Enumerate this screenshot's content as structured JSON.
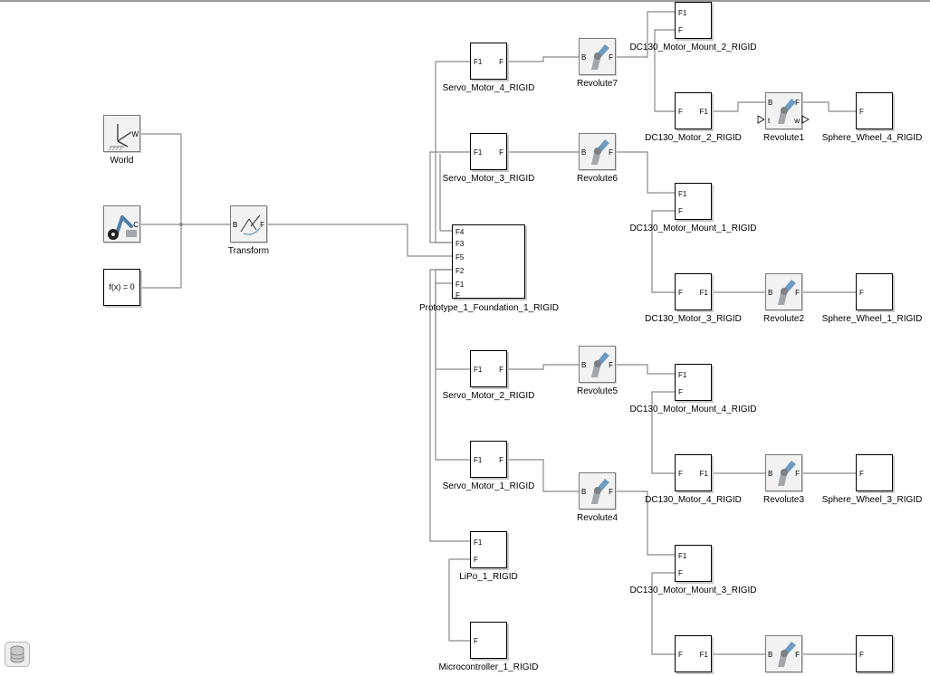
{
  "colors": {
    "wire": "#8a8a8a",
    "joint_blue": "#6f9bc2",
    "joint_grey": "#a3a7ab"
  },
  "blocks": {
    "world": {
      "name": "World",
      "port_w": "W"
    },
    "solver": {
      "name": "",
      "port_c": "C"
    },
    "fx": {
      "text": "f(x) = 0"
    },
    "transform": {
      "name": "Transform",
      "port_b": "B",
      "port_f": "F"
    },
    "foundation": {
      "name": "Prototype_1_Foundation_1_RIGID",
      "ports": [
        "F4",
        "F3",
        "F5",
        "F2",
        "F1",
        "F"
      ]
    },
    "servo4": {
      "name": "Servo_Motor_4_RIGID",
      "p1": "F1",
      "p2": "F"
    },
    "servo3": {
      "name": "Servo_Motor_3_RIGID",
      "p1": "F1",
      "p2": "F"
    },
    "servo2": {
      "name": "Servo_Motor_2_RIGID",
      "p1": "F1",
      "p2": "F"
    },
    "servo1": {
      "name": "Servo_Motor_1_RIGID",
      "p1": "F1",
      "p2": "F"
    },
    "lipo": {
      "name": "LiPo_1_RIGID",
      "p1": "F1",
      "p2": "F"
    },
    "micro": {
      "name": "Microcontroller_1_RIGID",
      "p1": "F"
    },
    "rev7": {
      "name": "Revolute7",
      "b": "B",
      "f": "F"
    },
    "rev6": {
      "name": "Revolute6",
      "b": "B",
      "f": "F"
    },
    "rev5": {
      "name": "Revolute5",
      "b": "B",
      "f": "F"
    },
    "rev4": {
      "name": "Revolute4",
      "b": "B",
      "f": "F"
    },
    "rev1": {
      "name": "Revolute1",
      "b": "B",
      "f": "F",
      "t": "t",
      "w": "w"
    },
    "rev2": {
      "name": "Revolute2",
      "b": "B",
      "f": "F"
    },
    "rev3": {
      "name": "Revolute3",
      "b": "B",
      "f": "F"
    },
    "rev8": {
      "name": "",
      "b": "B",
      "f": "F"
    },
    "mount2": {
      "name": "DC130_Motor_Mount_2_RIGID",
      "p1": "F1",
      "p2": "F"
    },
    "mount1": {
      "name": "DC130_Motor_Mount_1_RIGID",
      "p1": "F1",
      "p2": "F"
    },
    "mount4": {
      "name": "DC130_Motor_Mount_4_RIGID",
      "p1": "F1",
      "p2": "F"
    },
    "mount3": {
      "name": "DC130_Motor_Mount_3_RIGID",
      "p1": "F1",
      "p2": "F"
    },
    "motor2": {
      "name": "DC130_Motor_2_RIGID",
      "p1": "F",
      "p2": "F1"
    },
    "motor3": {
      "name": "DC130_Motor_3_RIGID",
      "p1": "F",
      "p2": "F1"
    },
    "motor4": {
      "name": "DC130_Motor_4_RIGID",
      "p1": "F",
      "p2": "F1"
    },
    "motor1": {
      "name": "",
      "p1": "F",
      "p2": "F1"
    },
    "wheel4": {
      "name": "Sphere_Wheel_4_RIGID",
      "p1": "F"
    },
    "wheel1": {
      "name": "Sphere_Wheel_1_RIGID",
      "p1": "F"
    },
    "wheel3": {
      "name": "Sphere_Wheel_3_RIGID",
      "p1": "F"
    },
    "wheel2": {
      "name": "",
      "p1": "F"
    }
  }
}
